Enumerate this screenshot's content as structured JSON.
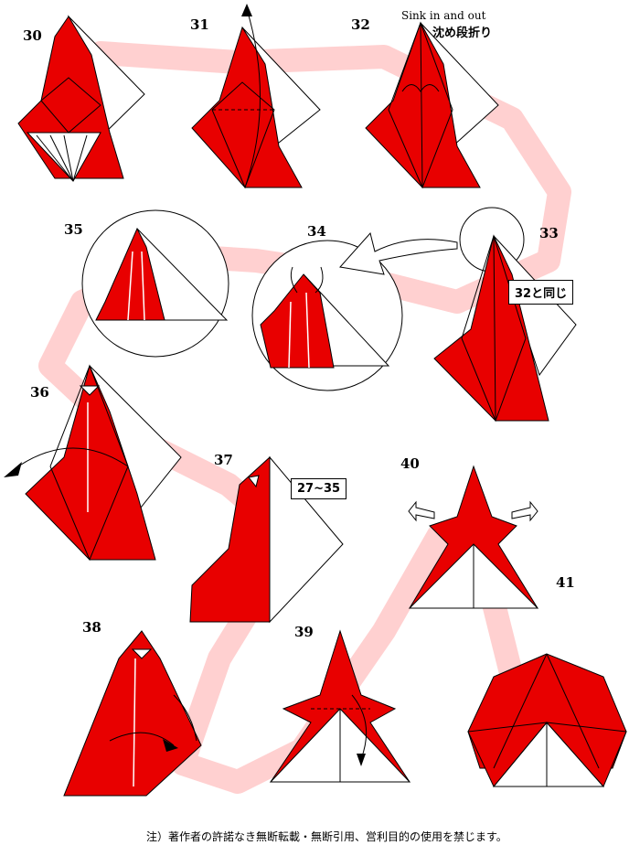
{
  "steps": [
    "30",
    "31",
    "32",
    "33",
    "34",
    "35",
    "36",
    "37",
    "38",
    "39",
    "40",
    "41"
  ],
  "annotations": {
    "sink_en": "Sink in and out",
    "sink_jp": "沈め段折り",
    "same_as_32": "32と同じ",
    "repeat_27_35": "27~35"
  },
  "footer": "注）著作者の許諾なき無断転載・無断引用、営利目的の使用を禁じます。",
  "colors": {
    "paper_red": "#e80000",
    "path_pink": "#ffd0d0"
  }
}
